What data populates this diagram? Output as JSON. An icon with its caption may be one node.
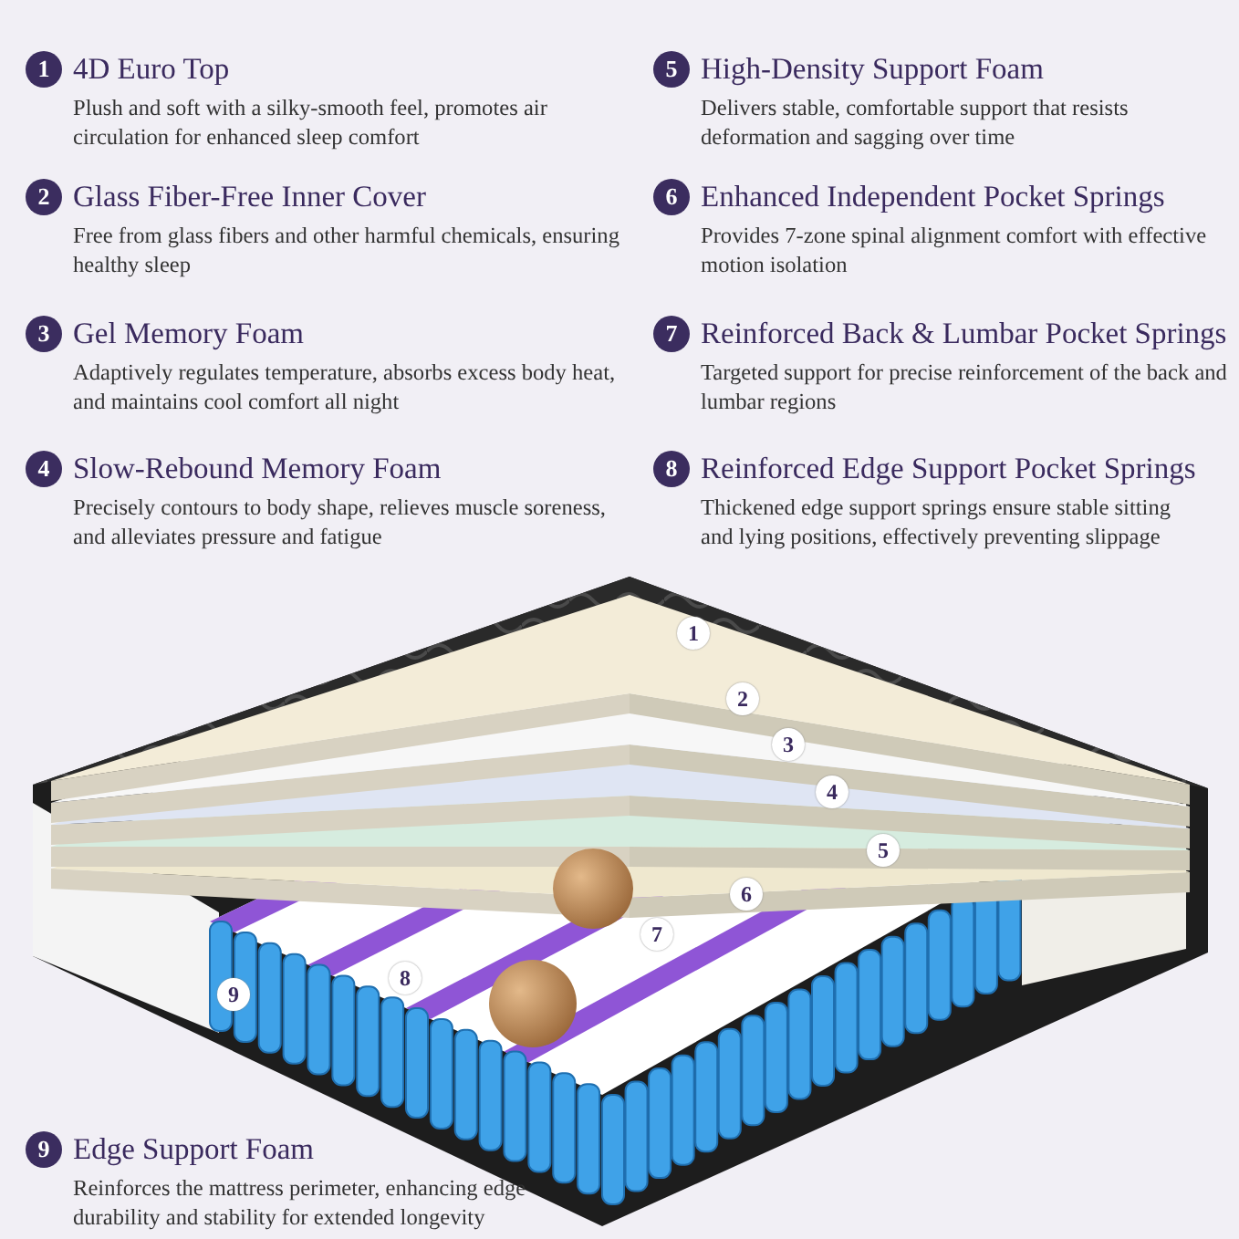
{
  "diagram": {
    "nodes": [
      {
        "text": [
          "1",
          "4D Euro Top",
          "Plush and soft with a silky-smooth feel, promotes air circulation for enhanced sleep comfort"
        ]
      },
      {
        "text": [
          "5",
          "High-Density Support Foam",
          "Delivers stable, comfortable support that resists deformation and sagging over time"
        ]
      },
      {
        "text": [
          "2",
          "Glass Fiber-Free Inner Cover",
          "Free from glass fibers and other harmful chemicals, ensuring healthy sleep"
        ]
      },
      {
        "text": [
          "6",
          "Enhanced Independent Pocket Springs",
          "Provides 7-zone spinal alignment comfort with effective motion isolation"
        ]
      },
      {
        "text": [
          "3",
          "Gel Memory Foam",
          "Adaptively regulates temperature, absorbs excess body heat, and maintains cool comfort all night"
        ]
      },
      {
        "text": [
          "7",
          "Reinforced Back & Lumbar Pocket Springs",
          "Targeted support for precise reinforcement of the back and lumbar regions"
        ]
      },
      {
        "text": [
          "4",
          "Slow-Rebound Memory Foam",
          "Precisely contours to body shape, relieves muscle soreness, and alleviates pressure and fatigue"
        ]
      },
      {
        "text": [
          "8",
          "Reinforced Edge Support Pocket Springs",
          "Thickened edge support springs ensure stable sitting and lying positions, effectively preventing slippage"
        ]
      },
      {
        "text": [
          "9",
          "Edge Support Foam",
          "Reinforces the mattress perimeter, enhancing edge durability and stability for extended longevity"
        ]
      }
    ],
    "labels": [
      "1",
      "2",
      "3",
      "4",
      "5",
      "6",
      "7",
      "8",
      "9"
    ]
  }
}
